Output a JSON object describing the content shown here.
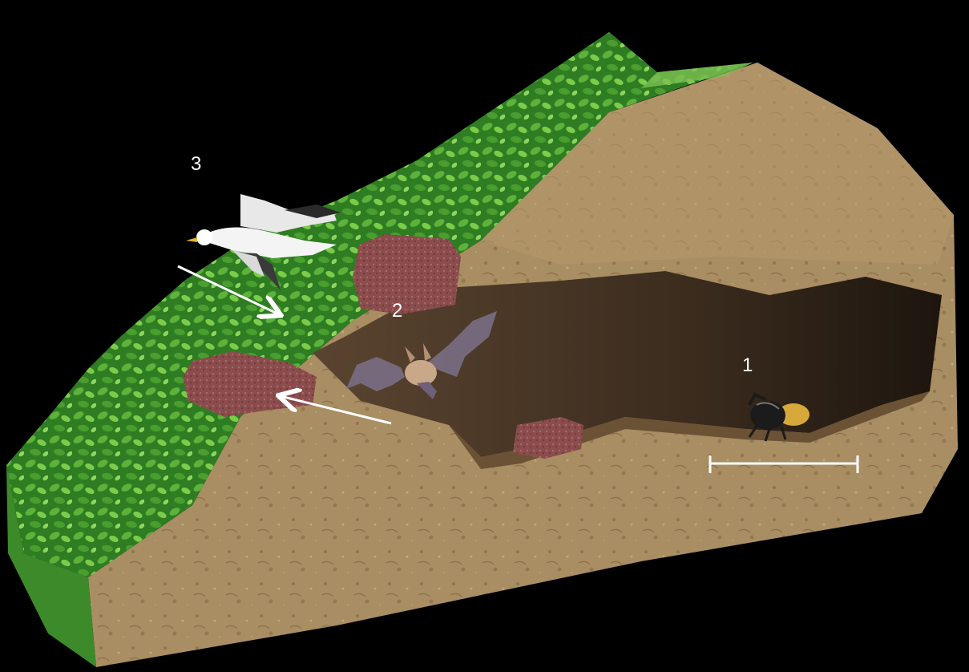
{
  "labels": {
    "one": "1",
    "two": "2",
    "three": "3"
  },
  "colors": {
    "background": "#000000",
    "soil": "#a98d63",
    "soil_dark": "#7d6545",
    "tunnel": "#3a2b1d",
    "vegetation": "#3f9a2e",
    "vegetation_light": "#6fc243",
    "rock": "#8a4a4a",
    "arrow": "#ffffff"
  },
  "icons": [
    "seagull-icon",
    "bat-icon",
    "beetle-icon"
  ]
}
